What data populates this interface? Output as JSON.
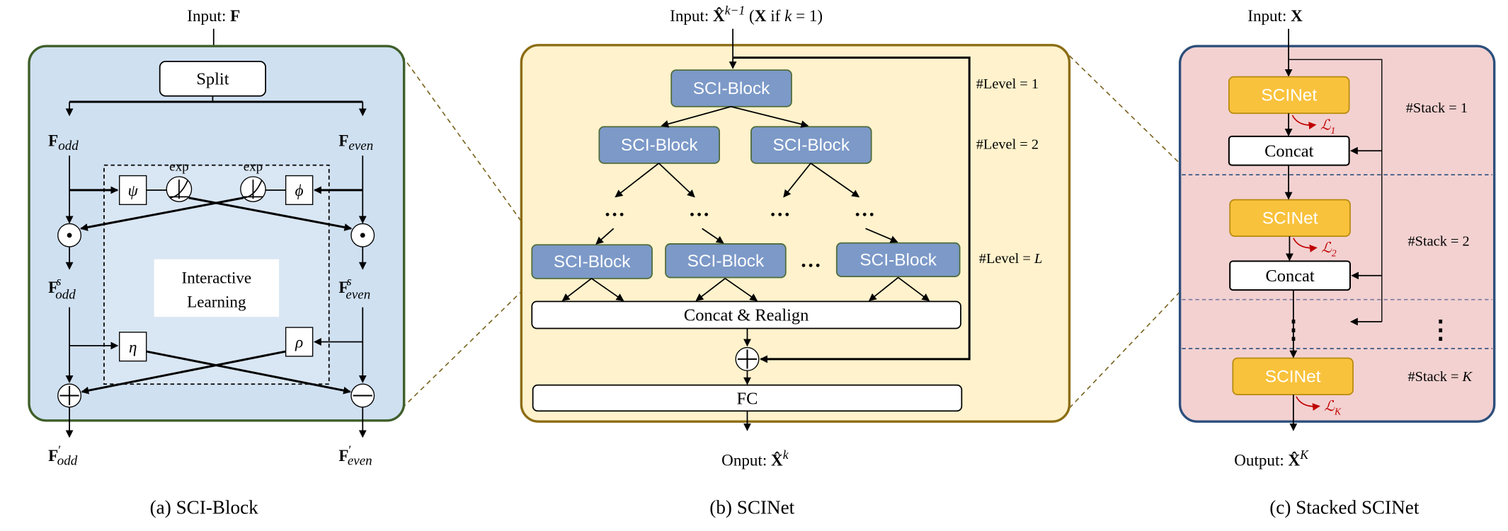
{
  "panel_a": {
    "input_prefix": "Input: ",
    "input_var": "F",
    "split": "Split",
    "f_base": "F",
    "odd": "odd",
    "even": "even",
    "s_sup": "s",
    "prime_sup": "′",
    "psi": "ψ",
    "phi": "ϕ",
    "eta": "η",
    "rho": "ρ",
    "exp": "exp",
    "interactive_line1": "Interactive",
    "interactive_line2": "Learning",
    "caption": "(a) SCI-Block",
    "colors": {
      "panel_fill": "#cfe0f1",
      "panel_stroke": "#3f5f2a"
    }
  },
  "panel_b": {
    "input_prefix": "Input: ",
    "input_var": "X̂",
    "input_sup": "k−1",
    "input_paren_open": " (",
    "input_x": "X",
    "input_if": " if ",
    "input_k": "k",
    "input_eq": " = 1)",
    "block": "SCI-Block",
    "dots": "…",
    "concat_realign": "Concat & Realign",
    "fc": "FC",
    "output_prefix": "Onput: ",
    "output_var": "X̂",
    "output_sup": "k",
    "level1": "#Level = 1",
    "level2": "#Level = 2",
    "levelL_prefix": "#Level = ",
    "levelL_var": "L",
    "caption": "(b) SCINet",
    "colors": {
      "panel_fill": "#fff2cc",
      "panel_stroke": "#8c6d12",
      "block_fill": "#7c99c8"
    }
  },
  "panel_c": {
    "input_prefix": "Input: ",
    "input_var": "X",
    "scinet": "SCINet",
    "concat": "Concat",
    "loss": "ℒ",
    "loss_subs": [
      "1",
      "2",
      "K"
    ],
    "stack1": "#Stack  = 1",
    "stack2": "#Stack = 2",
    "stackK_prefix": "#Stack = ",
    "stackK_var": "K",
    "vdots": "⋮",
    "output_prefix": "Output: ",
    "output_var": "X̂",
    "output_sup": "K",
    "caption": "(c) Stacked SCINet",
    "colors": {
      "panel_fill": "#f3d1d1",
      "panel_stroke": "#2c4f7c",
      "scinet_fill": "#f9c23c",
      "loss_color": "#c00000"
    }
  }
}
